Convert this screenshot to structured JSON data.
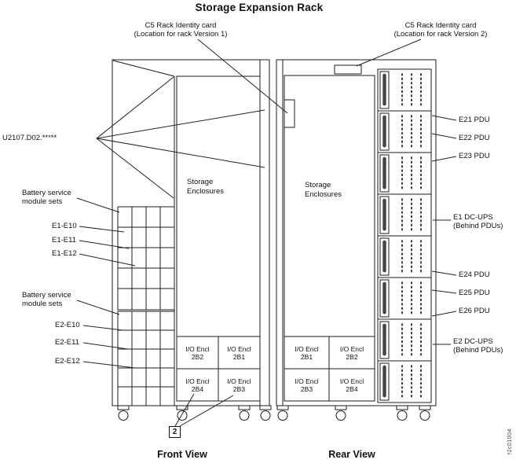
{
  "title": "Storage Expansion Rack",
  "figure_id": "f2c01004",
  "top_callouts": {
    "card_v1": "C5 Rack Identity card\n(Location for rack Version 1)",
    "card_v2": "C5 Rack Identity card\n(Location for rack Version 2)"
  },
  "left_callouts": {
    "serial": "U2107.D02.*****",
    "battery_set_1": "Battery service\nmodule sets",
    "e1": [
      "E1-E10",
      "E1-E11",
      "E1-E12"
    ],
    "battery_set_2": "Battery service\nmodule sets",
    "e2": [
      "E2-E10",
      "E2-E11",
      "E2-E12"
    ]
  },
  "racks": {
    "front": {
      "storage": "Storage\nEnclosures",
      "io": [
        "I/O Encl\n2B2",
        "I/O Encl\n2B1",
        "I/O Encl\n2B4",
        "I/O Encl\n2B3"
      ],
      "view_label": "Front View"
    },
    "rear": {
      "storage": "Storage\nEnclosures",
      "io": [
        "I/O Encl\n2B1",
        "I/O Encl\n2B2",
        "I/O Encl\n2B3",
        "I/O Encl\n2B4"
      ],
      "view_label": "Rear View"
    }
  },
  "right_callouts": {
    "pdu_upper": [
      "E21 PDU",
      "E22 PDU",
      "E23 PDU"
    ],
    "dcups_1": "E1 DC-UPS\n(Behind PDUs)",
    "pdu_lower": [
      "E24 PDU",
      "E25 PDU",
      "E26 PDU"
    ],
    "dcups_2": "E2 DC-UPS\n(Behind PDUs)"
  },
  "callout_2": "2"
}
